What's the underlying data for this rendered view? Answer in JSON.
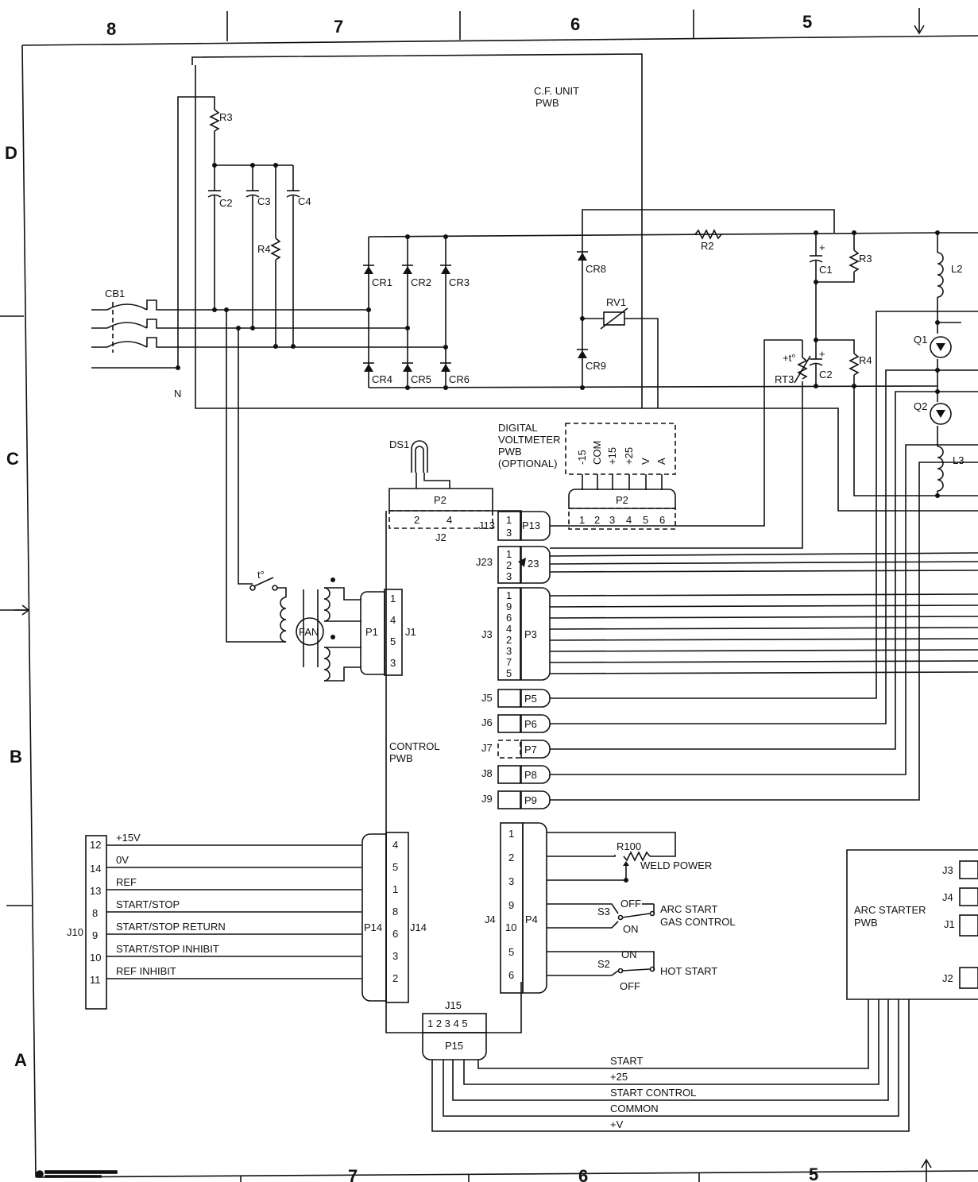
{
  "zones": {
    "top": [
      "8",
      "7",
      "6",
      "5"
    ],
    "bottom": [
      "7",
      "6",
      "5"
    ],
    "left": [
      "D",
      "C",
      "B",
      "A"
    ]
  },
  "units": {
    "cf_unit": [
      "C.F. UNIT",
      "PWB"
    ],
    "control": [
      "CONTROL",
      "PWB"
    ],
    "voltmeter": [
      "DIGITAL",
      "VOLTMETER",
      "PWB",
      "(OPTIONAL)"
    ],
    "arc_starter": [
      "ARC STARTER",
      "PWB"
    ]
  },
  "components": {
    "r3_top": "R3",
    "c2_top": "C2",
    "c3": "C3",
    "c4": "C4",
    "r4_top": "R4",
    "cb1": "CB1",
    "n": "N",
    "cr1": "CR1",
    "cr2": "CR2",
    "cr3": "CR3",
    "cr4": "CR4",
    "cr5": "CR5",
    "cr6": "CR6",
    "cr8": "CR8",
    "cr9": "CR9",
    "rv1": "RV1",
    "r2": "R2",
    "c1": "C1",
    "r3": "R3",
    "c2": "C2",
    "r4": "R4",
    "rt3": "RT3",
    "rt3_t": "+t°",
    "l2": "L2",
    "l3": "L3",
    "q1": "Q1",
    "q2": "Q2",
    "ds1": "DS1",
    "fan": "FAN",
    "thermo": "t°",
    "r100": "R100",
    "weld_power": "WELD POWER",
    "s3": "S3",
    "s3_off": "OFF",
    "s3_on": "ON",
    "arc_start": "ARC START",
    "gas_control": "GAS CONTROL",
    "s2": "S2",
    "s2_on": "ON",
    "s2_off": "OFF",
    "hot_start": "HOT START"
  },
  "connectors": {
    "p2_top": "P2",
    "j2_pins": [
      "2",
      "4"
    ],
    "j2": "J2",
    "vm_signals": [
      "-15",
      "COM",
      "+15",
      "+25",
      "V",
      "A"
    ],
    "vm_p2": "P2",
    "vm_pins": [
      "1",
      "2",
      "3",
      "4",
      "5",
      "6"
    ],
    "j13": "J13",
    "p13": "P13",
    "j13_pins": [
      "1",
      "3"
    ],
    "j23": "J23",
    "p23": "23",
    "j23_pins": [
      "1",
      "2",
      "3"
    ],
    "j3": "J3",
    "p3": "P3",
    "j3_pins": [
      "1",
      "9",
      "6",
      "4",
      "2",
      "3",
      "7",
      "5"
    ],
    "j5": "J5",
    "p5": "P5",
    "j6": "J6",
    "p6": "P6",
    "j7": "J7",
    "p7": "P7",
    "j8": "J8",
    "p8": "P8",
    "j9": "J9",
    "p9": "P9",
    "p1": "P1",
    "j1": "J1",
    "j1_pins": [
      "1",
      "4",
      "5",
      "3"
    ],
    "j4": "J4",
    "p4": "P4",
    "j4_pins": [
      "1",
      "2",
      "3",
      "9",
      "10",
      "5",
      "6"
    ],
    "j10": "J10",
    "j10_pins": [
      "12",
      "14",
      "13",
      "8",
      "9",
      "10",
      "11"
    ],
    "j10_signals": [
      "+15V",
      "0V",
      "REF",
      "START/STOP",
      "START/STOP RETURN",
      "START/STOP INHIBIT",
      "REF INHIBIT"
    ],
    "p14": "P14",
    "j14": "J14",
    "j14_pins": [
      "4",
      "5",
      "1",
      "8",
      "6",
      "3",
      "2"
    ],
    "j15": "J15",
    "j15_pins": "1 2 3 4 5",
    "p15": "P15",
    "p15_signals": [
      "START",
      "+25",
      "START CONTROL",
      "COMMON",
      "+V"
    ],
    "arc_j3": "J3",
    "arc_j4": "J4",
    "arc_j1": "J1",
    "arc_j2": "J2"
  }
}
